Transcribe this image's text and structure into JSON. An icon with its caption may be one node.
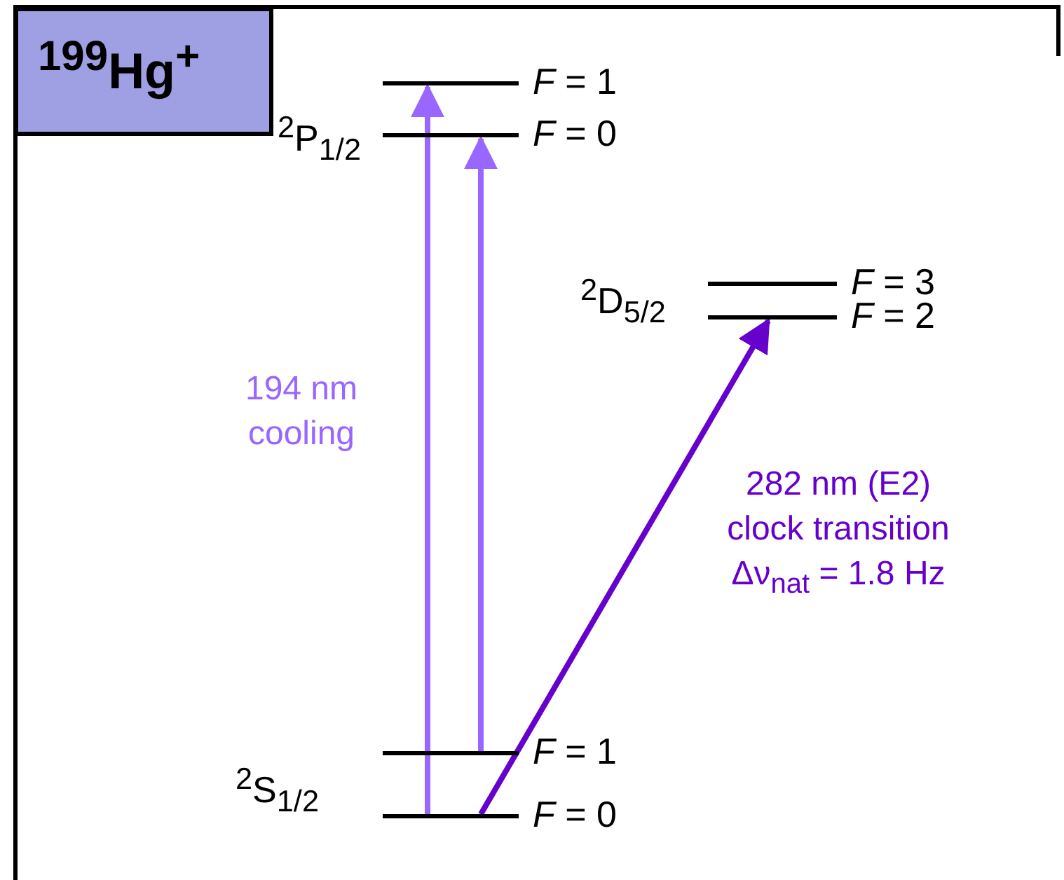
{
  "diagram": {
    "nodes": [
      {
        "text": [
          "$^{199}$Hg$^{+}$"
        ]
      },
      {
        "text": [],
        "shape": "bar",
        "beside": [
          "*F* = 1"
        ]
      },
      {
        "text": [],
        "shape": "bar",
        "beside": [
          "*F* = 0"
        ]
      },
      {
        "text": [],
        "shape": "bar",
        "beside": [
          "*F* = 3"
        ]
      },
      {
        "text": [],
        "shape": "bar",
        "beside": [
          "*F* = 2"
        ]
      },
      {
        "text": [],
        "shape": "bar",
        "beside": [
          "*F* = 1"
        ]
      },
      {
        "text": [],
        "shape": "bar",
        "beside": [
          "*F* = 0"
        ]
      }
    ],
    "edges": [
      {
        "from": 6,
        "to": 1,
        "arrow": "to"
      },
      {
        "from": 5,
        "to": 2,
        "arrow": "to"
      },
      {
        "from": 6,
        "to": 4,
        "arrow": "to",
        "label": "282 nm (E2) clock transition Δν$_{nat}$ = 1.8 Hz",
        "color": "#6600cc"
      }
    ],
    "labels": [
      "$^{2}$P$_{1/2}$",
      "$^{2}$D$_{5/2}$",
      "194 nm cooling",
      "$^{2}$S$_{1/2}$"
    ]
  }
}
